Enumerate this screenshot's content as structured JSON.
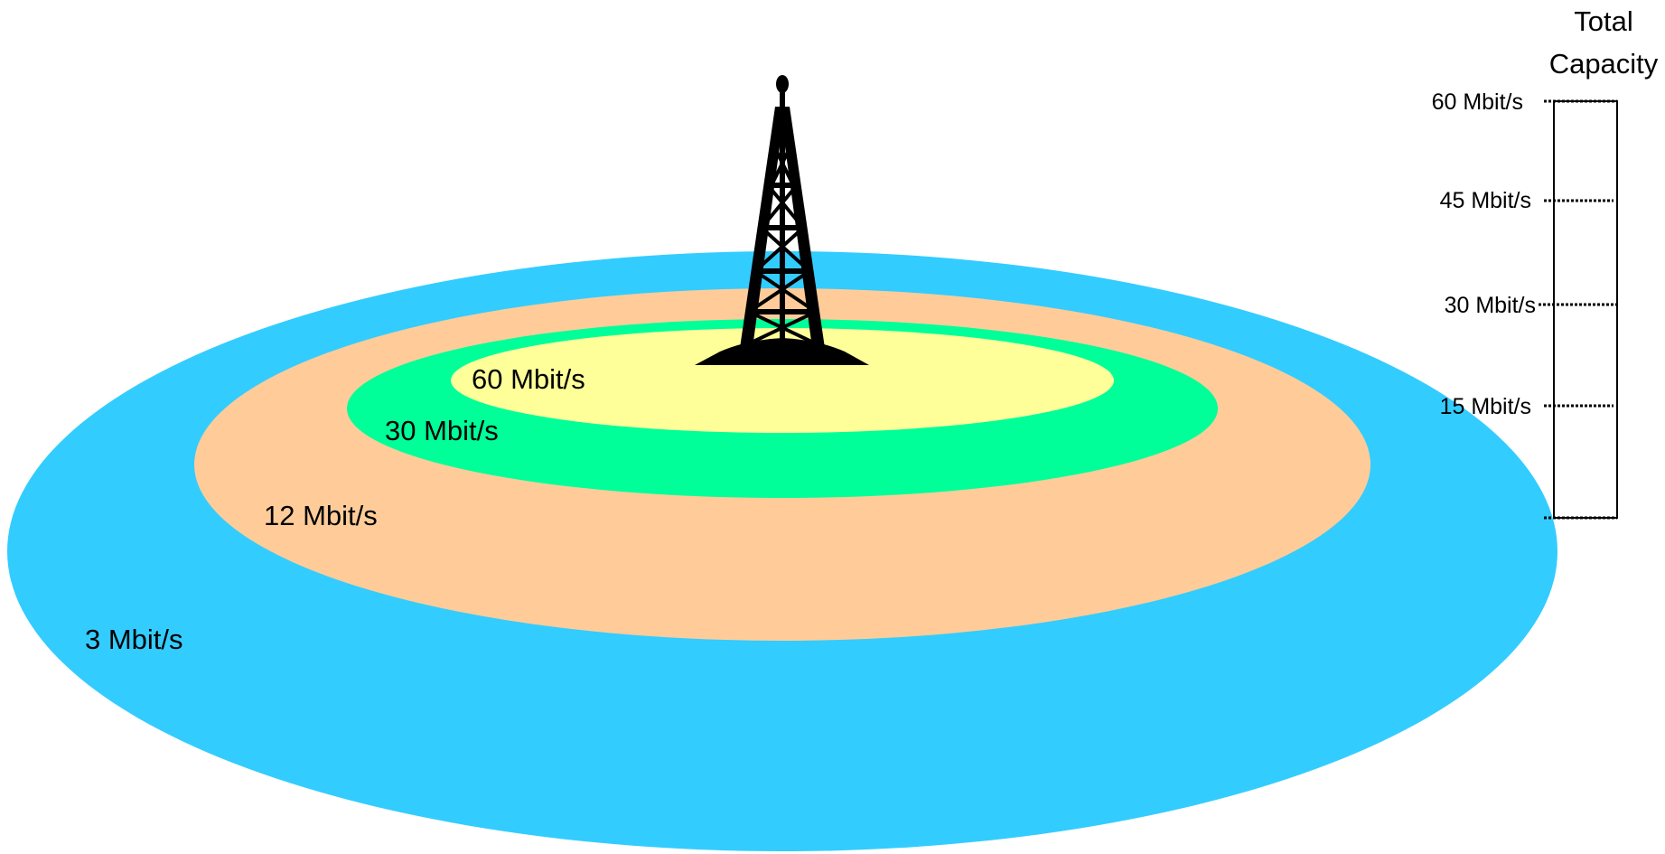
{
  "coverage_zones": [
    {
      "label": "3 Mbit/s",
      "color": "#33ccff"
    },
    {
      "label": "12 Mbit/s",
      "color": "#ffcc99"
    },
    {
      "label": "30 Mbit/s",
      "color": "#00ff99"
    },
    {
      "label": "60 Mbit/s",
      "color": "#ffff99"
    }
  ],
  "tower_icon": "radio-tower-icon",
  "capacity_scale": {
    "title_line1": "Total",
    "title_line2": "Capacity",
    "ticks": [
      {
        "label": "60 Mbit/s"
      },
      {
        "label": "45 Mbit/s"
      },
      {
        "label": "30 Mbit/s"
      },
      {
        "label": "15 Mbit/s"
      },
      {
        "label": ""
      }
    ]
  }
}
